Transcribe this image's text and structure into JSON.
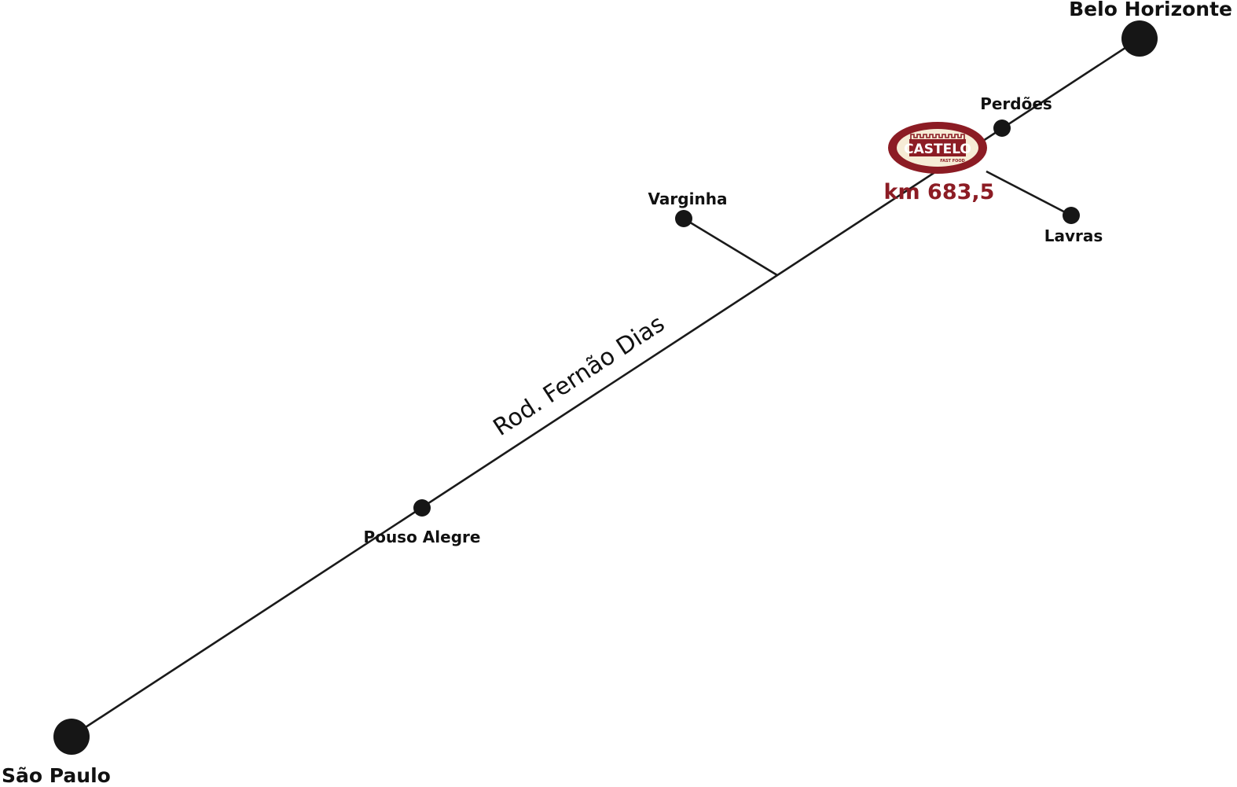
{
  "map": {
    "road_name": "Rod. Fernão Dias",
    "cities": {
      "start": "São Paulo",
      "end": "Belo Horizonte",
      "pouso_alegre": "Pouso Alegre",
      "varginha": "Varginha",
      "perdoes": "Perdões",
      "lavras": "Lavras"
    },
    "marker": {
      "brand": "CASTELO",
      "tagline": "FAST FOOD",
      "km": "km 683,5"
    },
    "colors": {
      "road": "#1a1a1a",
      "city_dot": "#161616",
      "brand_red": "#8c1c24",
      "brand_cream": "#f6ecd6",
      "km_text": "#8c1c24"
    }
  }
}
